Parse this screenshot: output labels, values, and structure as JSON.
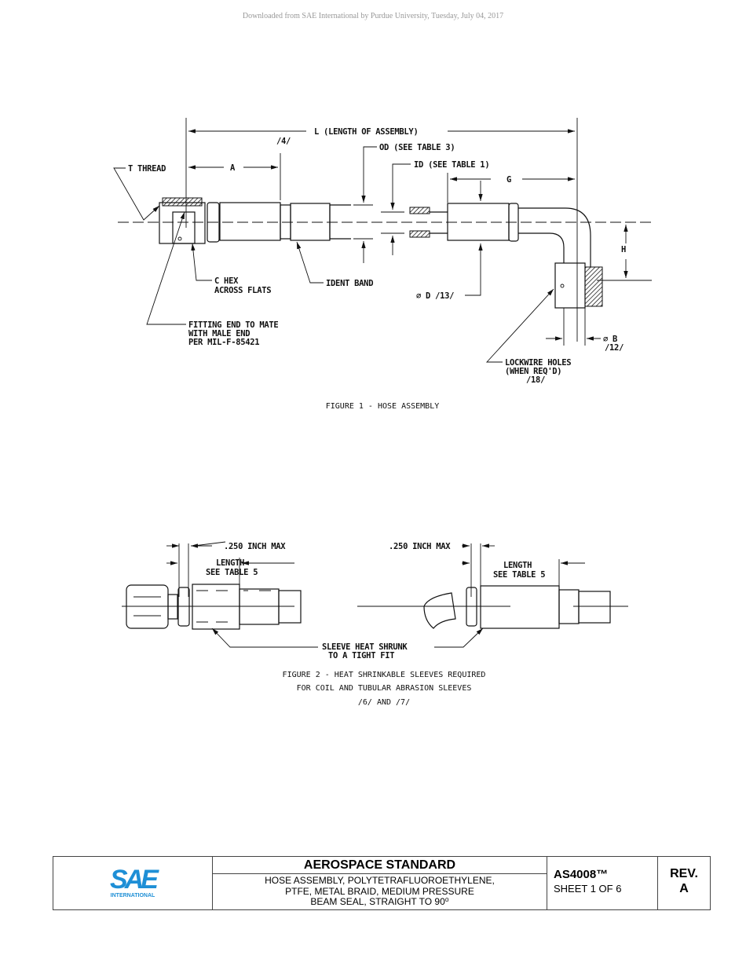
{
  "watermark": "Downloaded from SAE International by Purdue University, Tuesday, July 04, 2017",
  "figure1": {
    "labels": {
      "length": "L (LENGTH OF ASSEMBLY)",
      "length_note": "/4/",
      "od": "OD (SEE TABLE 3)",
      "id": "ID (SEE TABLE 1)",
      "t_thread": "T THREAD",
      "a": "A",
      "g": "G",
      "h": "H",
      "c_hex_1": "C HEX",
      "c_hex_2": "ACROSS FLATS",
      "ident_band": "IDENT BAND",
      "d": "⌀ D /13/",
      "fitting_1": "FITTING END TO MATE",
      "fitting_2": "WITH MALE END",
      "fitting_3": "PER MIL-F-85421",
      "b_1": "⌀ B",
      "b_2": "/12/",
      "lockwire_1": "LOCKWIRE HOLES",
      "lockwire_2": "(WHEN REQ'D)",
      "lockwire_3": "/18/"
    },
    "caption": "FIGURE 1 - HOSE ASSEMBLY"
  },
  "figure2": {
    "labels": {
      "max_left": ".250 INCH MAX",
      "max_right": ".250 INCH MAX",
      "length_left_1": "LENGTH",
      "length_left_2": "SEE TABLE 5",
      "length_right_1": "LENGTH",
      "length_right_2": "SEE TABLE 5",
      "sleeve_1": "SLEEVE HEAT SHRUNK",
      "sleeve_2": "TO A TIGHT FIT"
    },
    "caption": [
      "FIGURE 2 - HEAT SHRINKABLE SLEEVES REQUIRED",
      "FOR COIL AND TUBULAR ABRASION SLEEVES",
      "/6/ AND /7/"
    ]
  },
  "title_block": {
    "logo_text": "SAE",
    "logo_sub": "INTERNATIONAL",
    "heading": "AEROSPACE STANDARD",
    "subtitle": [
      "HOSE ASSEMBLY, POLYTETRAFLUOROETHYLENE,",
      "PTFE, METAL BRAID, MEDIUM PRESSURE",
      "BEAM SEAL, STRAIGHT TO 90⁰"
    ],
    "doc_number": "AS4008™",
    "sheet": "SHEET 1 OF 6",
    "rev_label": "REV.",
    "rev": "A",
    "brand_color": "#1e8fd6"
  }
}
